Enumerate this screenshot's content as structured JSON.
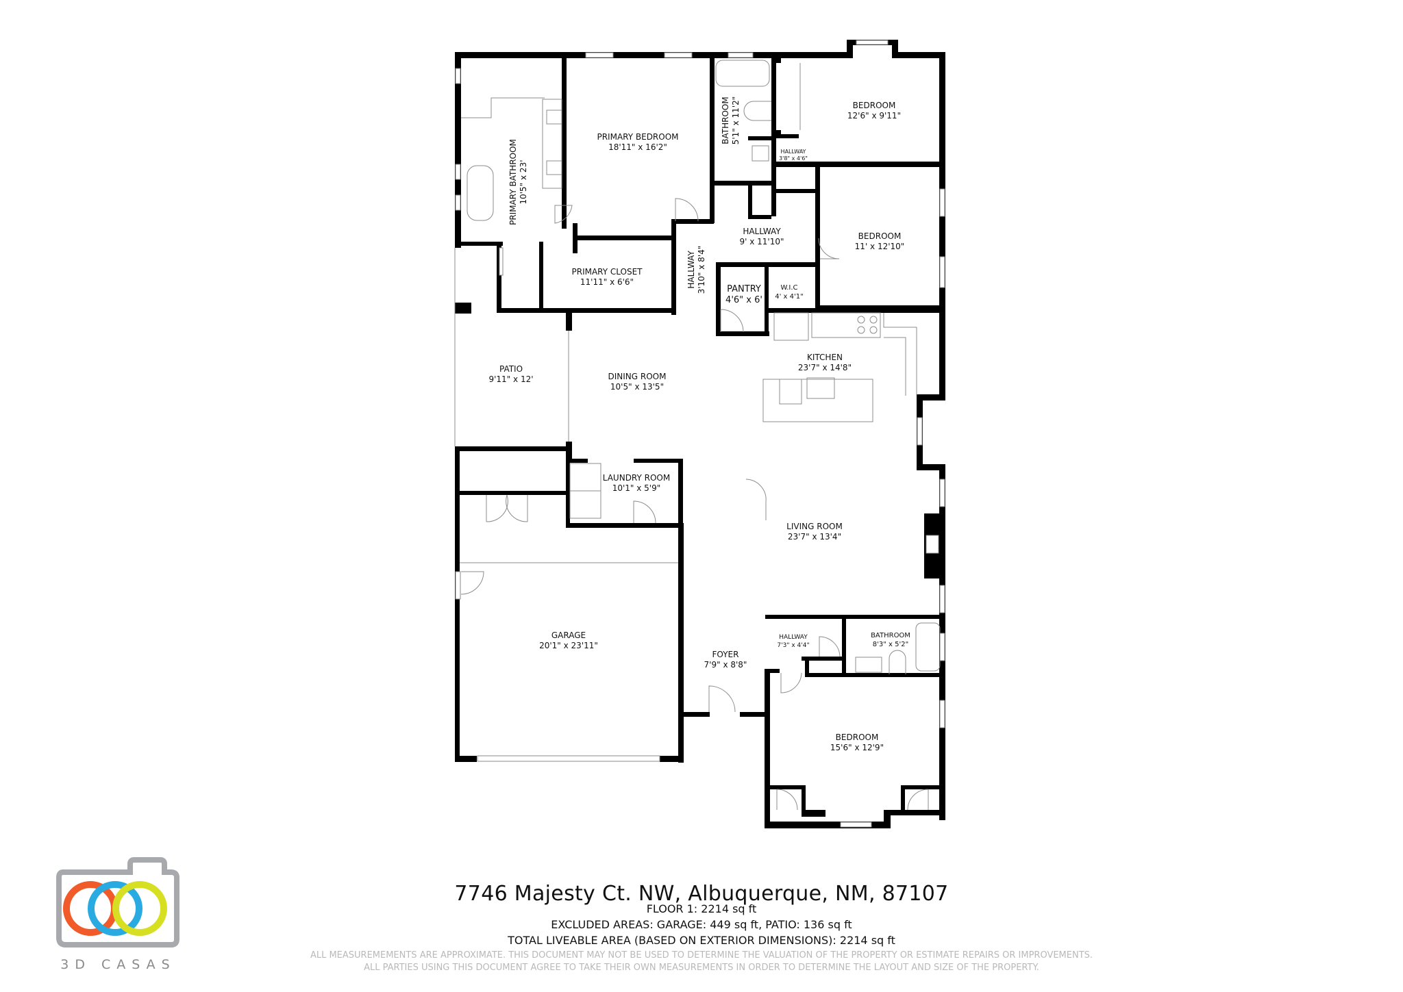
{
  "address": "7746 Majesty Ct. NW, Albuquerque, NM, 87107",
  "summary": {
    "floor": "FLOOR 1: 2214 sq ft",
    "excluded": "EXCLUDED AREAS: GARAGE: 449 sq ft, PATIO: 136 sq ft",
    "total": "TOTAL LIVEABLE AREA (BASED ON EXTERIOR DIMENSIONS): 2214 sq ft"
  },
  "disclaimer": {
    "line1": "ALL MEASUREMEMENTS ARE APPROXIMATE. THIS DOCUMENT MAY NOT BE USED TO DETERMINE THE VALUATION OF THE PROPERTY OR ESTIMATE REPAIRS OR IMPROVEMENTS.",
    "line2": "ALL PARTIES USING THIS DOCUMENT AGREE TO TAKE THEIR OWN MEASUREMENTS IN ORDER TO DETERMINE THE LAYOUT AND SIZE OF THE PROPERTY."
  },
  "logo": {
    "text": "3D CASAS",
    "colors": {
      "frame": "#a7a9ac",
      "ring1": "#f15a29",
      "ring2": "#29abe2",
      "ring3": "#d7df23"
    }
  },
  "colors": {
    "wall": "#000000",
    "fixture": "#8c8c8c",
    "window": "#ffffff",
    "text": "#111111",
    "disclaimer": "#b9b9b9"
  },
  "rooms": {
    "primary_bathroom": {
      "name": "PRIMARY BATHROOM",
      "size": "10'5\" x 23'"
    },
    "primary_bedroom": {
      "name": "PRIMARY BEDROOM",
      "size": "18'11\" x 16'2\""
    },
    "bathroom_1": {
      "name": "BATHROOM",
      "size": "5'1\" x 11'2\""
    },
    "bedroom_1": {
      "name": "BEDROOM",
      "size": "12'6\" x 9'11\""
    },
    "hallway_small": {
      "name": "HALLWAY",
      "size": "3'8\" x 4'6\""
    },
    "hallway_main": {
      "name": "HALLWAY",
      "size": "9' x 11'10\""
    },
    "bedroom_2": {
      "name": "BEDROOM",
      "size": "11' x 12'10\""
    },
    "primary_closet": {
      "name": "PRIMARY CLOSET",
      "size": "11'11\" x 6'6\""
    },
    "hallway_vertical": {
      "name": "HALLWAY",
      "size": "3'10\" x 8'4\""
    },
    "pantry": {
      "name": "PANTRY",
      "size": "4'6\" x 6'"
    },
    "wic": {
      "name": "W.I.C",
      "size": "4' x 4'1\""
    },
    "patio": {
      "name": "PATIO",
      "size": "9'11\" x 12'"
    },
    "dining_room": {
      "name": "DINING ROOM",
      "size": "10'5\" x 13'5\""
    },
    "kitchen": {
      "name": "KITCHEN",
      "size": "23'7\" x 14'8\""
    },
    "laundry_room": {
      "name": "LAUNDRY ROOM",
      "size": "10'1\" x 5'9\""
    },
    "living_room": {
      "name": "LIVING ROOM",
      "size": "23'7\" x 13'4\""
    },
    "garage": {
      "name": "GARAGE",
      "size": "20'1\" x 23'11\""
    },
    "foyer": {
      "name": "FOYER",
      "size": "7'9\" x 8'8\""
    },
    "hallway_south": {
      "name": "HALLWAY",
      "size": "7'3\" x 4'4\""
    },
    "bathroom_2": {
      "name": "BATHROOM",
      "size": "8'3\" x 5'2\""
    },
    "bedroom_3": {
      "name": "BEDROOM",
      "size": "15'6\" x 12'9\""
    }
  }
}
